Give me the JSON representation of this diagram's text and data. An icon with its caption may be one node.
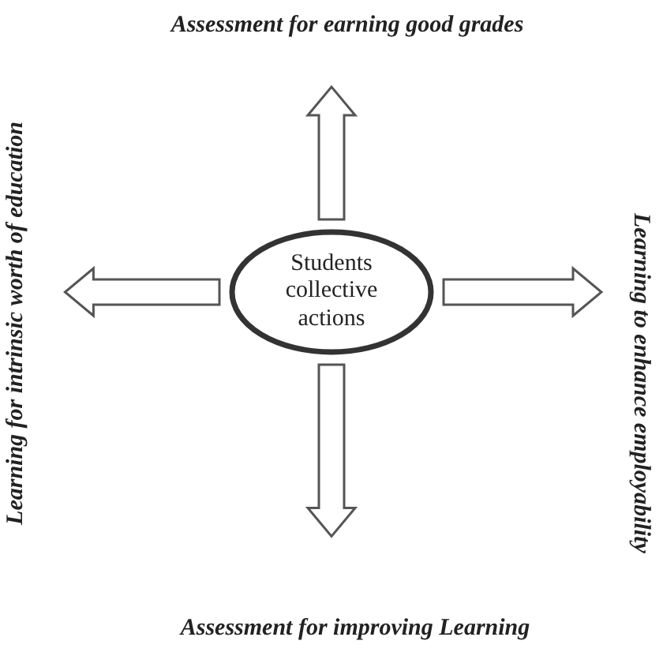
{
  "diagram": {
    "nodes": [
      {
        "text": [
          "Students collective actions"
        ]
      },
      {
        "text": [
          "Assessment for earning good grades"
        ]
      },
      {
        "text": [
          "Learning to enhance employability"
        ]
      },
      {
        "text": [
          "Assessment for improving Learning"
        ]
      },
      {
        "text": [
          "Learning for intrinsic worth of education"
        ]
      }
    ],
    "edges": [
      {
        "from": 0,
        "to": 1,
        "arrow": "to"
      },
      {
        "from": 0,
        "to": 2,
        "arrow": "to"
      },
      {
        "from": 0,
        "to": 3,
        "arrow": "to"
      },
      {
        "from": 0,
        "to": 4,
        "arrow": "to"
      }
    ]
  }
}
